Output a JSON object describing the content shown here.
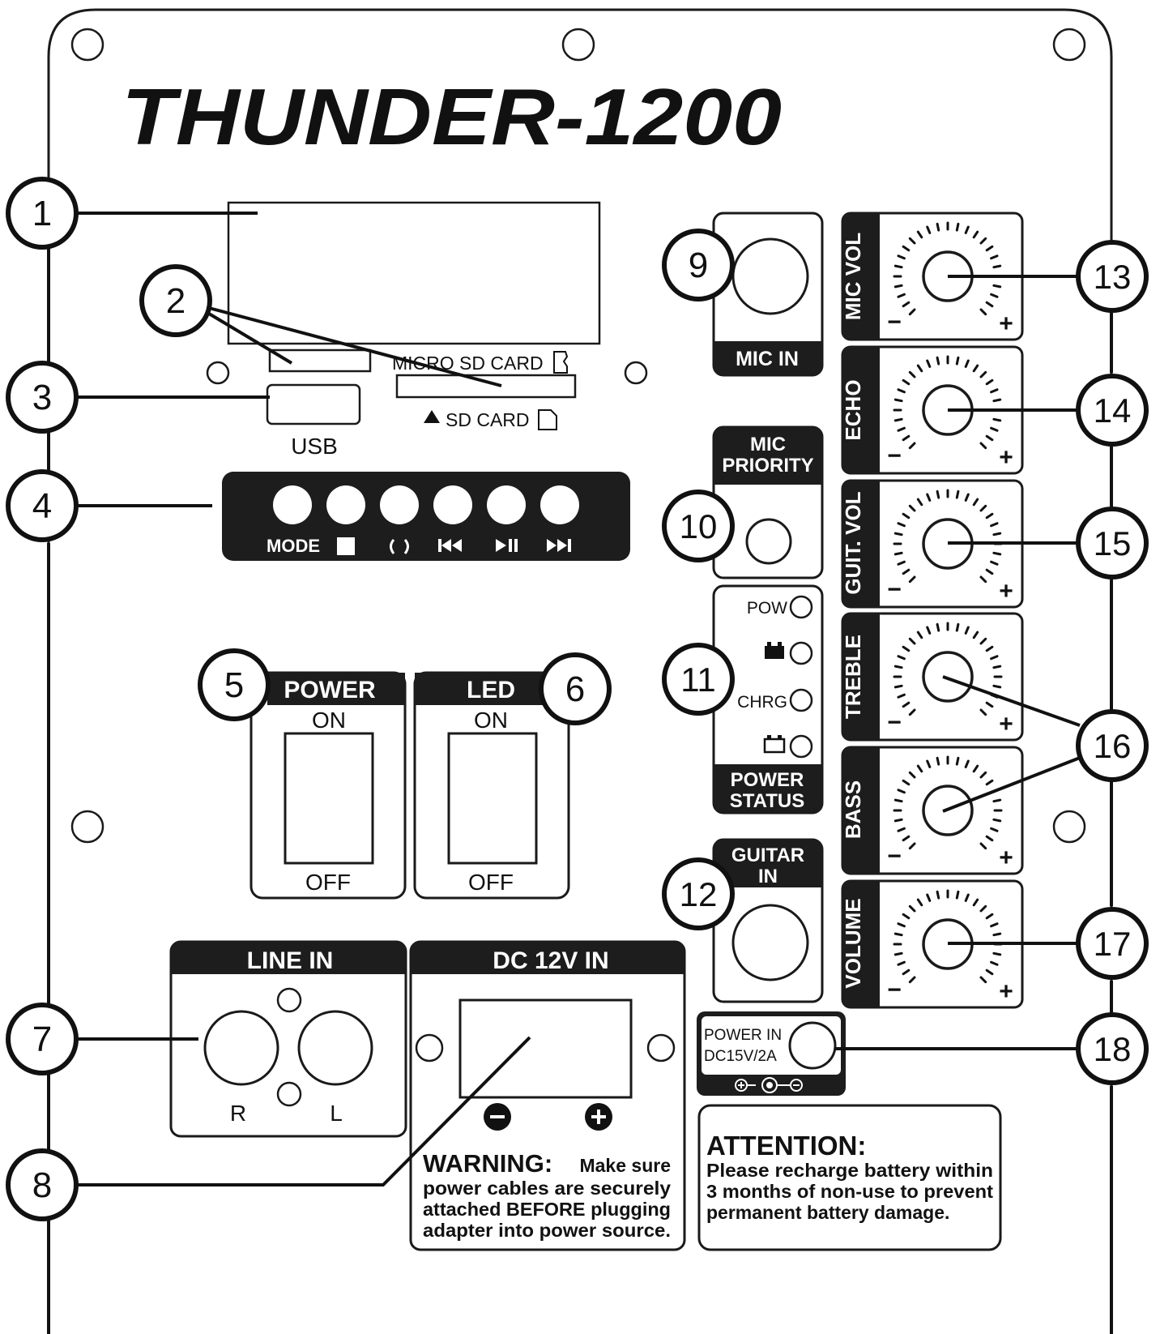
{
  "title": "THUNDER-1200",
  "callouts": {
    "c1": "1",
    "c2": "2",
    "c3": "3",
    "c4": "4",
    "c5": "5",
    "c6": "6",
    "c7": "7",
    "c8": "8",
    "c9": "9",
    "c10": "10",
    "c11": "11",
    "c12": "12",
    "c13": "13",
    "c14": "14",
    "c15": "15",
    "c16": "16",
    "c17": "17",
    "c18": "18"
  },
  "slots": {
    "micro_sd": "MICRO SD CARD",
    "sd": "SD CARD",
    "usb": "USB"
  },
  "controls": {
    "mode": "MODE"
  },
  "switches": {
    "power_label": "POWER",
    "led_label": "LED",
    "on": "ON",
    "off": "OFF"
  },
  "line_in": {
    "label": "LINE IN",
    "r": "R",
    "l": "L"
  },
  "dc_in": {
    "label": "DC 12V IN",
    "warning_head": "WARNING:",
    "warning_line1": "Make sure",
    "warning_line2": "power cables are securely",
    "warning_line3": "attached BEFORE plugging",
    "warning_line4": "adapter into power source."
  },
  "mic_in": {
    "label": "MIC IN"
  },
  "mic_priority": {
    "line1": "MIC",
    "line2": "PRIORITY"
  },
  "power_status": {
    "pow": "POW",
    "chrg": "CHRG",
    "line1": "POWER",
    "line2": "STATUS"
  },
  "guitar_in": {
    "line1": "GUITAR",
    "line2": "IN"
  },
  "knobs": {
    "mic_vol": "MIC VOL",
    "echo": "ECHO",
    "guit_vol": "GUIT. VOL",
    "treble": "TREBLE",
    "bass": "BASS",
    "volume": "VOLUME",
    "minus": "−",
    "plus": "+"
  },
  "power_in": {
    "line1": "POWER IN",
    "line2": "DC15V/2A"
  },
  "attention": {
    "head": "ATTENTION:",
    "line1": "Please recharge battery within",
    "line2": "3 months of non-use to prevent",
    "line3": "permanent battery damage."
  }
}
